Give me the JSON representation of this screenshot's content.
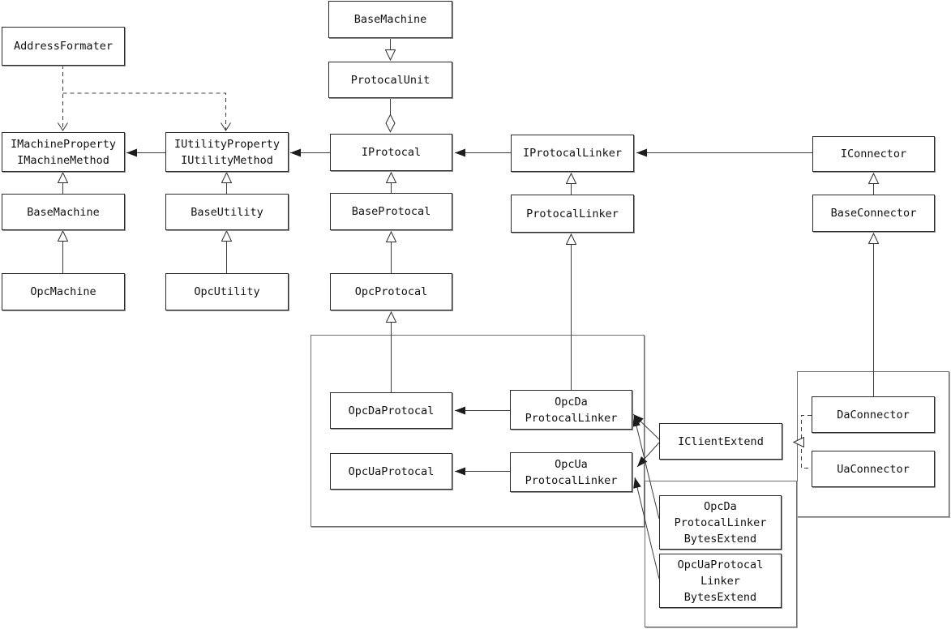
{
  "diagram": {
    "background_color": "#ffffff",
    "line_color": "#3d3d3d",
    "nodes": {
      "address_formater": {
        "label": "AddressFormater"
      },
      "imachine": {
        "label": "IMachineProperty\nIMachineMethod"
      },
      "base_machine_left": {
        "label": "BaseMachine"
      },
      "opc_machine": {
        "label": "OpcMachine"
      },
      "iutility": {
        "label": "IUtilityProperty\nIUtilityMethod"
      },
      "base_utility": {
        "label": "BaseUtility"
      },
      "opc_utility": {
        "label": "OpcUtility"
      },
      "base_machine_top": {
        "label": "BaseMachine"
      },
      "protocal_unit": {
        "label": "ProtocalUnit"
      },
      "iprotocal": {
        "label": "IProtocal"
      },
      "base_protocal": {
        "label": "BaseProtocal"
      },
      "opc_protocal": {
        "label": "OpcProtocal"
      },
      "iprotocal_linker": {
        "label": "IProtocalLinker"
      },
      "protocal_linker": {
        "label": "ProtocalLinker"
      },
      "iconnector": {
        "label": "IConnector"
      },
      "base_connector": {
        "label": "BaseConnector"
      },
      "opcda_protocal": {
        "label": "OpcDaProtocal"
      },
      "opcua_protocal": {
        "label": "OpcUaProtocal"
      },
      "opcda_linker": {
        "label": "OpcDa\nProtocalLinker"
      },
      "opcua_linker": {
        "label": "OpcUa\nProtocalLinker"
      },
      "iclient_extend": {
        "label": "IClientExtend"
      },
      "da_connector": {
        "label": "DaConnector"
      },
      "ua_connector": {
        "label": "UaConnector"
      },
      "opcda_bytes_extend": {
        "label": "OpcDa\nProtocalLinker\nBytesExtend"
      },
      "opcua_bytes_extend": {
        "label": "OpcUaProtocal\nLinker\nBytesExtend"
      }
    },
    "relationships": [
      {
        "from": "AddressFormater",
        "to": "IMachineProperty/IMachineMethod",
        "type": "dashed-dependency"
      },
      {
        "from": "AddressFormater",
        "to": "IUtilityProperty/IUtilityMethod",
        "type": "dashed-dependency"
      },
      {
        "from": "IUtilityProperty/IUtilityMethod",
        "to": "IMachineProperty/IMachineMethod",
        "type": "association"
      },
      {
        "from": "IProtocal",
        "to": "IUtilityProperty/IUtilityMethod",
        "type": "association"
      },
      {
        "from": "IProtocalLinker",
        "to": "IProtocal",
        "type": "association"
      },
      {
        "from": "IConnector",
        "to": "IProtocalLinker",
        "type": "association"
      },
      {
        "from": "BaseMachine",
        "to": "IMachineProperty/IMachineMethod",
        "type": "generalization"
      },
      {
        "from": "OpcMachine",
        "to": "BaseMachine",
        "type": "generalization"
      },
      {
        "from": "BaseUtility",
        "to": "IUtilityProperty/IUtilityMethod",
        "type": "generalization"
      },
      {
        "from": "OpcUtility",
        "to": "BaseUtility",
        "type": "generalization"
      },
      {
        "from": "BaseMachine",
        "to": "ProtocalUnit",
        "type": "generalization-down"
      },
      {
        "from": "ProtocalUnit",
        "to": "IProtocal",
        "type": "aggregation"
      },
      {
        "from": "BaseProtocal",
        "to": "IProtocal",
        "type": "generalization"
      },
      {
        "from": "OpcProtocal",
        "to": "BaseProtocal",
        "type": "generalization"
      },
      {
        "from": "OpcDaProtocal",
        "to": "OpcProtocal",
        "type": "generalization"
      },
      {
        "from": "ProtocalLinker",
        "to": "IProtocalLinker",
        "type": "generalization"
      },
      {
        "from": "OpcDaProtocalLinker",
        "to": "ProtocalLinker",
        "type": "generalization"
      },
      {
        "from": "BaseConnector",
        "to": "IConnector",
        "type": "generalization"
      },
      {
        "from": "DaConnector",
        "to": "BaseConnector",
        "type": "generalization"
      },
      {
        "from": "OpcDaProtocalLinker",
        "to": "OpcDaProtocal",
        "type": "association"
      },
      {
        "from": "OpcUaProtocalLinker",
        "to": "OpcUaProtocal",
        "type": "association"
      },
      {
        "from": "IClientExtend",
        "to": "OpcDaProtocalLinker",
        "type": "association"
      },
      {
        "from": "IClientExtend",
        "to": "OpcUaProtocalLinker",
        "type": "association"
      },
      {
        "from": "DaConnector",
        "to": "IClientExtend",
        "type": "realization"
      },
      {
        "from": "UaConnector",
        "to": "IClientExtend",
        "type": "realization"
      },
      {
        "from": "OpcDaProtocalLinkerBytesExtend",
        "to": "OpcDaProtocalLinker",
        "type": "association"
      },
      {
        "from": "OpcUaProtocalLinkerBytesExtend",
        "to": "OpcUaProtocalLinker",
        "type": "association"
      }
    ]
  }
}
